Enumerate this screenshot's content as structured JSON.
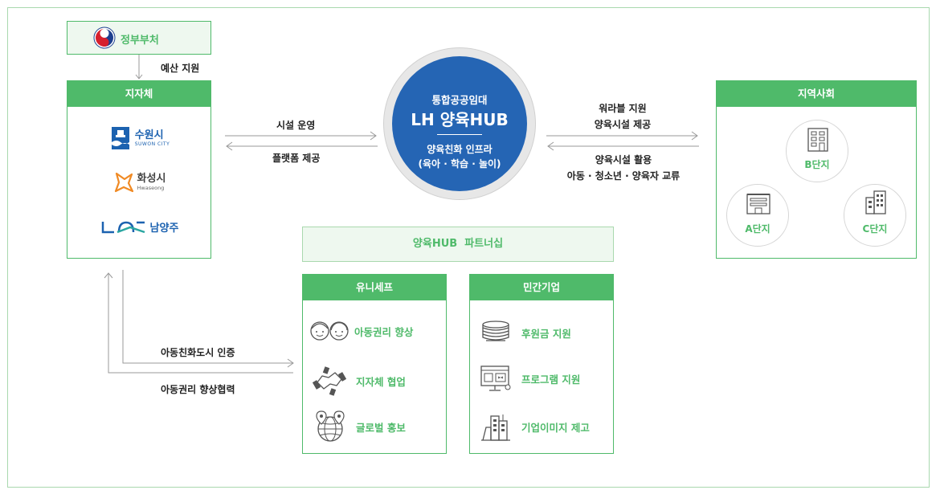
{
  "gov": {
    "label": "정부부처",
    "icon": "taegeuk-emblem-icon"
  },
  "budget_label": "예산 지원",
  "local_gov": {
    "title": "지자체",
    "cities": [
      {
        "name": "수원시",
        "sub": "SUWON CITY",
        "icon": "suwon-logo-icon"
      },
      {
        "name": "화성시",
        "sub": "Hwaseong",
        "icon": "hwaseong-logo-icon"
      },
      {
        "name": "남양주",
        "icon": "namyangju-logo-icon"
      }
    ]
  },
  "arrows_left": {
    "top": "시설 운영",
    "bottom": "플랫폼 제공"
  },
  "hub": {
    "line1": "통합공공임대",
    "line2": "LH 양육HUB",
    "line3": "양육친화 인프라",
    "line4": "(육아 · 학습 · 놀이)"
  },
  "arrows_right": {
    "top1": "워라블 지원",
    "top2": "양육시설 제공",
    "bottom1": "양육시설 활용",
    "bottom2": "아동 · 청소년 · 양육자 교류"
  },
  "community": {
    "title": "지역사회",
    "complexes": [
      "B단지",
      "A단지",
      "C단지"
    ]
  },
  "partnership": {
    "title": "양육HUB  파트너십"
  },
  "unicef": {
    "title": "유니세프",
    "items": [
      {
        "label": "아동권리 향상",
        "icon": "children-faces-icon"
      },
      {
        "label": "지자체 협업",
        "icon": "handshake-icon"
      },
      {
        "label": "글로벌 홍보",
        "icon": "globe-pin-icon"
      }
    ]
  },
  "company": {
    "title": "민간기업",
    "items": [
      {
        "label": "후원금 지원",
        "icon": "coins-icon"
      },
      {
        "label": "프로그램 지원",
        "icon": "monitor-program-icon"
      },
      {
        "label": "기업이미지 제고",
        "icon": "buildings-icon"
      }
    ]
  },
  "bottom_arrows": {
    "label1": "아동친화도시 인증",
    "label2": "아동권리 향상협력"
  },
  "colors": {
    "green": "#4fba6a",
    "blue": "#2565b4",
    "light_green": "#eef8ef"
  }
}
